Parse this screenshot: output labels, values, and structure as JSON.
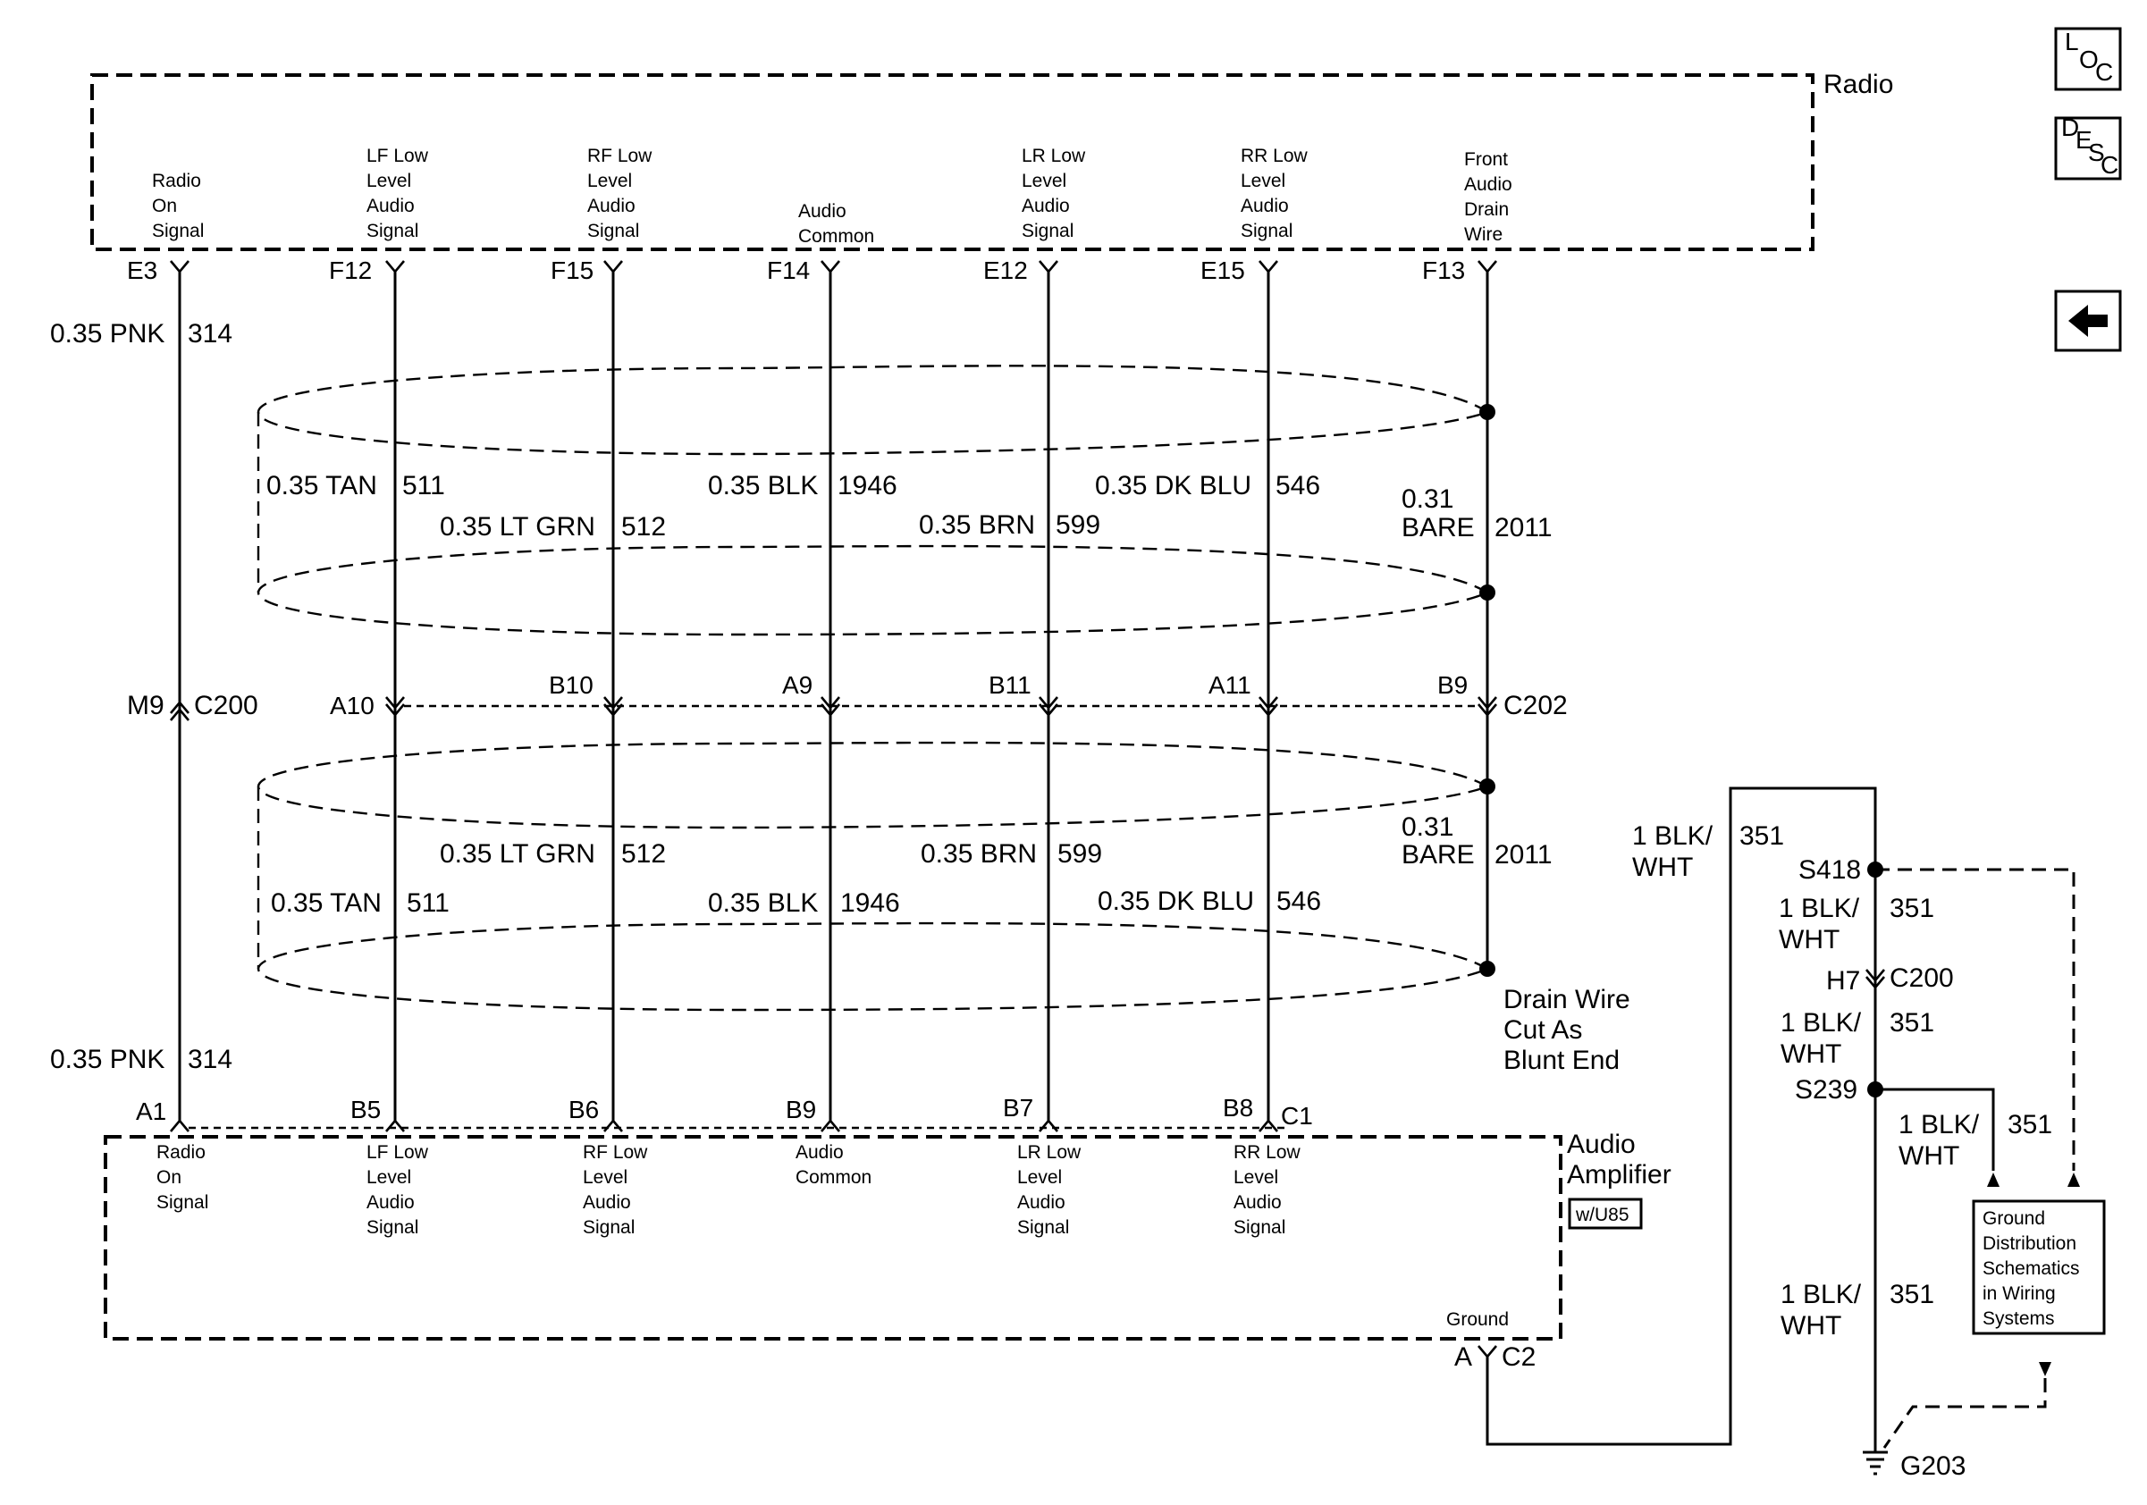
{
  "radio": {
    "title": "Radio",
    "pins": [
      {
        "label": [
          "Radio",
          "On",
          "Signal"
        ],
        "pin": "E3"
      },
      {
        "label": [
          "LF Low",
          "Level",
          "Audio",
          "Signal"
        ],
        "pin": "F12"
      },
      {
        "label": [
          "RF Low",
          "Level",
          "Audio",
          "Signal"
        ],
        "pin": "F15"
      },
      {
        "label": [
          "Audio",
          "Common"
        ],
        "pin": "F14"
      },
      {
        "label": [
          "LR Low",
          "Level",
          "Audio",
          "Signal"
        ],
        "pin": "E12"
      },
      {
        "label": [
          "RR Low",
          "Level",
          "Audio",
          "Signal"
        ],
        "pin": "E15"
      },
      {
        "label": [
          "Front",
          "Audio",
          "Drain",
          "Wire"
        ],
        "pin": "F13"
      }
    ]
  },
  "wires_upper": {
    "pnk": "0.35 PNK",
    "pnk_num": "314",
    "tan": "0.35 TAN",
    "tan_num": "511",
    "ltgrn": "0.35 LT GRN",
    "ltgrn_num": "512",
    "blk": "0.35 BLK",
    "blk_num": "1946",
    "brn": "0.35 BRN",
    "brn_num": "599",
    "dkblu": "0.35 DK BLU",
    "dkblu_num": "546",
    "bare_a": "0.31",
    "bare_b": "BARE",
    "bare_num": "2011"
  },
  "connector_c200": {
    "pin": "M9",
    "name": "C200"
  },
  "connector_c202": {
    "pins": [
      "A10",
      "B10",
      "A9",
      "B11",
      "A11",
      "B9"
    ],
    "name": "C202"
  },
  "wires_lower": {
    "ltgrn": "0.35 LT GRN",
    "ltgrn_num": "512",
    "brn": "0.35 BRN",
    "brn_num": "599",
    "tan": "0.35 TAN",
    "tan_num": "511",
    "blk": "0.35 BLK",
    "blk_num": "1946",
    "dkblu": "0.35 DK BLU",
    "dkblu_num": "546",
    "bare_a": "0.31",
    "bare_b": "BARE",
    "bare_num": "2011",
    "pnk": "0.35 PNK",
    "pnk_num": "314"
  },
  "drain_note": [
    "Drain Wire",
    "Cut As",
    "Blunt End"
  ],
  "amplifier": {
    "title": [
      "Audio",
      "Amplifier"
    ],
    "option": "w/U85",
    "connector": "C1",
    "ground_label": "Ground",
    "ground_pin": "A",
    "ground_connector": "C2",
    "pins": [
      {
        "pin": "A1",
        "label": [
          "Radio",
          "On",
          "Signal"
        ]
      },
      {
        "pin": "B5",
        "label": [
          "LF Low",
          "Level",
          "Audio",
          "Signal"
        ]
      },
      {
        "pin": "B6",
        "label": [
          "RF Low",
          "Level",
          "Audio",
          "Signal"
        ]
      },
      {
        "pin": "B9",
        "label": [
          "Audio",
          "Common"
        ]
      },
      {
        "pin": "B7",
        "label": [
          "LR Low",
          "Level",
          "Audio",
          "Signal"
        ]
      },
      {
        "pin": "B8",
        "label": [
          "RR Low",
          "Level",
          "Audio",
          "Signal"
        ]
      }
    ]
  },
  "ground_circuit": {
    "w1": [
      "1 BLK/",
      "WHT"
    ],
    "w1_num": "351",
    "splice1": "S418",
    "w2": [
      "1 BLK/",
      "WHT"
    ],
    "w2_num": "351",
    "c200_pin": "H7",
    "c200": "C200",
    "w3": [
      "1 BLK/",
      "WHT"
    ],
    "w3_num": "351",
    "splice2": "S239",
    "w4": [
      "1 BLK/",
      "WHT"
    ],
    "w4_num": "351",
    "w5": [
      "1 BLK/",
      "WHT"
    ],
    "w5_num": "351",
    "ground": "G203",
    "gd_box": [
      "Ground",
      "Distribution",
      "Schematics",
      "in Wiring",
      "Systems"
    ]
  },
  "nav": {
    "loc": [
      "L",
      "O",
      "C"
    ],
    "desc": [
      "D",
      "E",
      "S",
      "C"
    ],
    "back_icon": "left-arrow-icon"
  }
}
